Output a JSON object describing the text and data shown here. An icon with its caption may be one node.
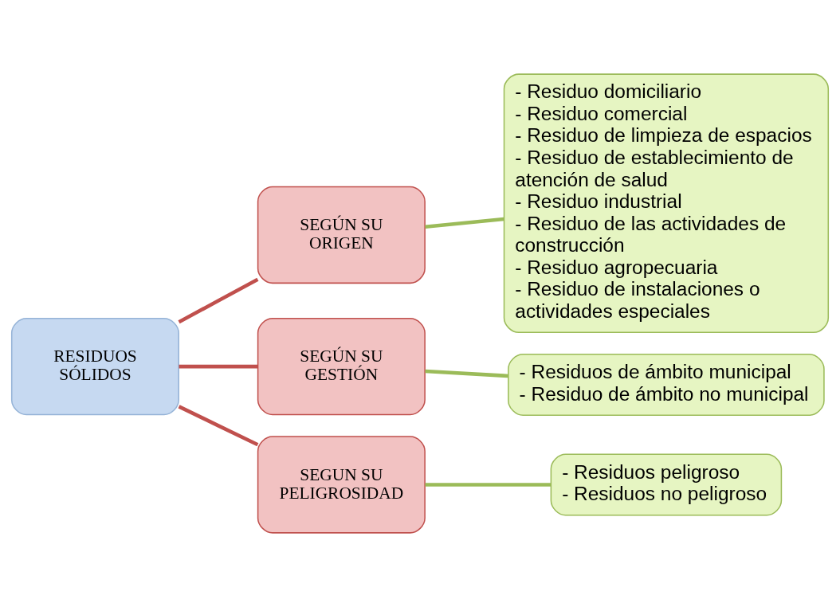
{
  "diagram": {
    "nodes": [
      {
        "text": [
          "RESIDUOS SÓLIDOS"
        ]
      },
      {
        "text": [
          "SEGÚN SU ORIGEN"
        ]
      },
      {
        "text": [
          "- Residuo domiciliario",
          "- Residuo comercial",
          "- Residuo de limpieza de espacios",
          "- Residuo de establecimiento de atención de salud",
          "- Residuo industrial",
          "- Residuo de las actividades de construcción",
          "- Residuo agropecuaria",
          "- Residuo de instalaciones o actividades especiales"
        ]
      },
      {
        "text": [
          "SEGÚN SU GESTIÓN"
        ]
      },
      {
        "text": [
          "- Residuos de ámbito municipal",
          "- Residuo de ámbito no municipal"
        ]
      },
      {
        "text": [
          "SEGUN SU PELIGROSIDAD"
        ]
      },
      {
        "text": [
          "- Residuos peligroso",
          "- Residuos no peligroso"
        ]
      }
    ],
    "edges": [
      {
        "from": 0,
        "to": 1,
        "arrow": "none",
        "color": "#c0504d"
      },
      {
        "from": 0,
        "to": 3,
        "arrow": "none",
        "color": "#c0504d"
      },
      {
        "from": 0,
        "to": 5,
        "arrow": "none",
        "color": "#c0504d"
      },
      {
        "from": 1,
        "to": 2,
        "arrow": "none",
        "color": "#9bbb59"
      },
      {
        "from": 3,
        "to": 4,
        "arrow": "none",
        "color": "#9bbb59"
      },
      {
        "from": 5,
        "to": 6,
        "arrow": "none",
        "color": "#9bbb59"
      }
    ]
  }
}
